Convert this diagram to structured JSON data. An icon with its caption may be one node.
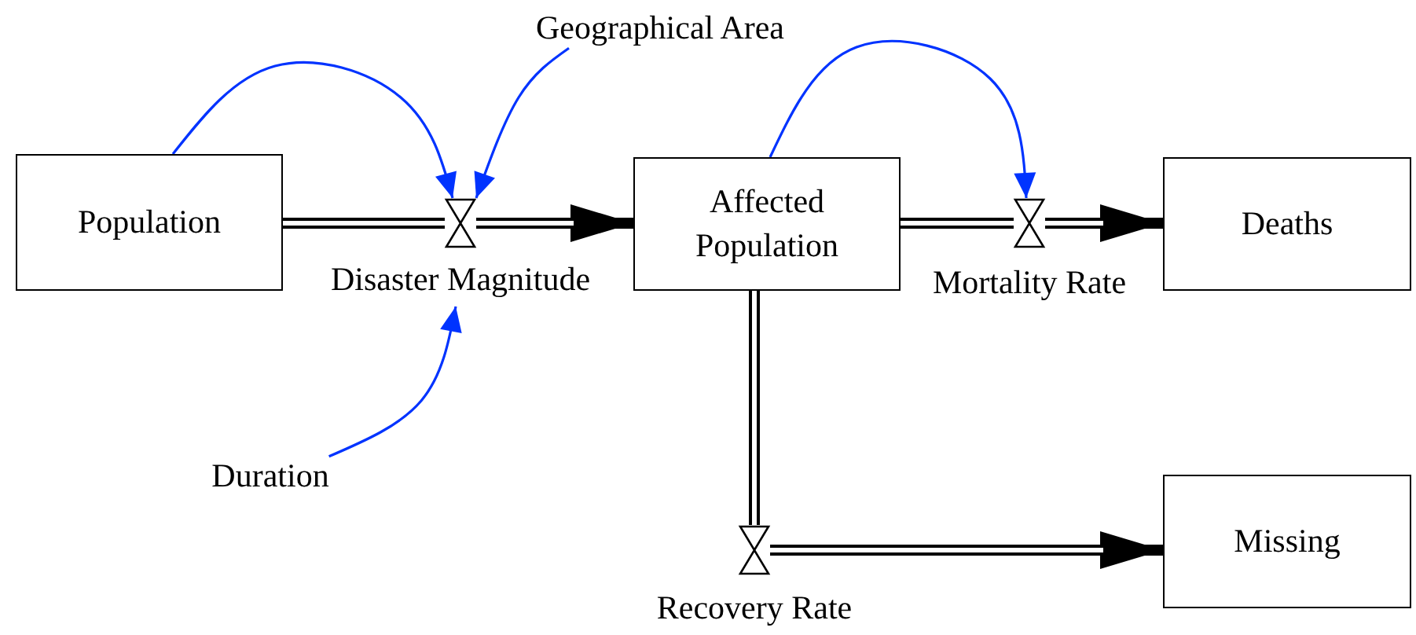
{
  "diagram": {
    "nodes": [
      {
        "text": [
          "Population"
        ]
      },
      {
        "text": [
          "Affected Population"
        ]
      },
      {
        "text": [
          "Deaths"
        ]
      },
      {
        "text": [
          "Missing"
        ]
      },
      {
        "text": [],
        "shape": "valve",
        "beside": [
          "Disaster Magnitude"
        ]
      },
      {
        "text": [],
        "shape": "valve",
        "beside": [
          "Mortality Rate"
        ]
      },
      {
        "text": [],
        "shape": "valve",
        "beside": [
          "Recovery Rate"
        ]
      },
      {
        "text": [
          "Geographical Area"
        ]
      },
      {
        "text": [
          "Duration"
        ]
      }
    ],
    "edges": [
      {
        "from": 0,
        "to": 4,
        "arrow": "none"
      },
      {
        "from": 4,
        "to": 1,
        "arrow": "to"
      },
      {
        "from": 1,
        "to": 5,
        "arrow": "none"
      },
      {
        "from": 5,
        "to": 2,
        "arrow": "to"
      },
      {
        "from": 1,
        "to": 6,
        "arrow": "none"
      },
      {
        "from": 6,
        "to": 3,
        "arrow": "to"
      },
      {
        "from": 0,
        "to": 4,
        "arrow": "to",
        "color": "#0033ff"
      },
      {
        "from": 7,
        "to": 4,
        "arrow": "to",
        "color": "#0033ff"
      },
      {
        "from": 8,
        "to": 4,
        "arrow": "to",
        "color": "#0033ff"
      },
      {
        "from": 1,
        "to": 5,
        "arrow": "to",
        "color": "#0033ff"
      }
    ]
  }
}
